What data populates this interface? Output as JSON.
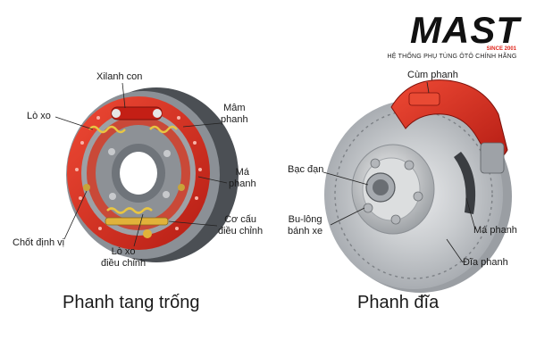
{
  "brand": {
    "name": "MAST",
    "since": "SINCE 2001",
    "tagline": "HỆ THỐNG PHỤ TÙNG ÔTÔ CHÍNH HÃNG"
  },
  "drum": {
    "caption": "Phanh tang trống",
    "labels": {
      "wheel_cylinder": "Xilanh con",
      "spring": "Lò xo",
      "backing_plate": [
        "Mâm",
        "phanh"
      ],
      "shoe": [
        "Má",
        "phanh"
      ],
      "adjuster": [
        "Cơ cấu",
        "điều chỉnh"
      ],
      "adjuster_spring": [
        "Lò xo",
        "điều chỉnh"
      ],
      "pin": "Chốt định vị"
    }
  },
  "disc": {
    "caption": "Phanh đĩa",
    "labels": {
      "caliper": "Cùm phanh",
      "bearing": "Bạc đạn",
      "bolt": [
        "Bu-lông",
        "bánh xe"
      ],
      "pad": "Má phanh",
      "rotor": "Đĩa phanh"
    }
  },
  "colors": {
    "brake_red": "#d8261c",
    "dark_red": "#8f150f",
    "metal": "#b9bdc2",
    "logo_accent": "#e1251b"
  }
}
